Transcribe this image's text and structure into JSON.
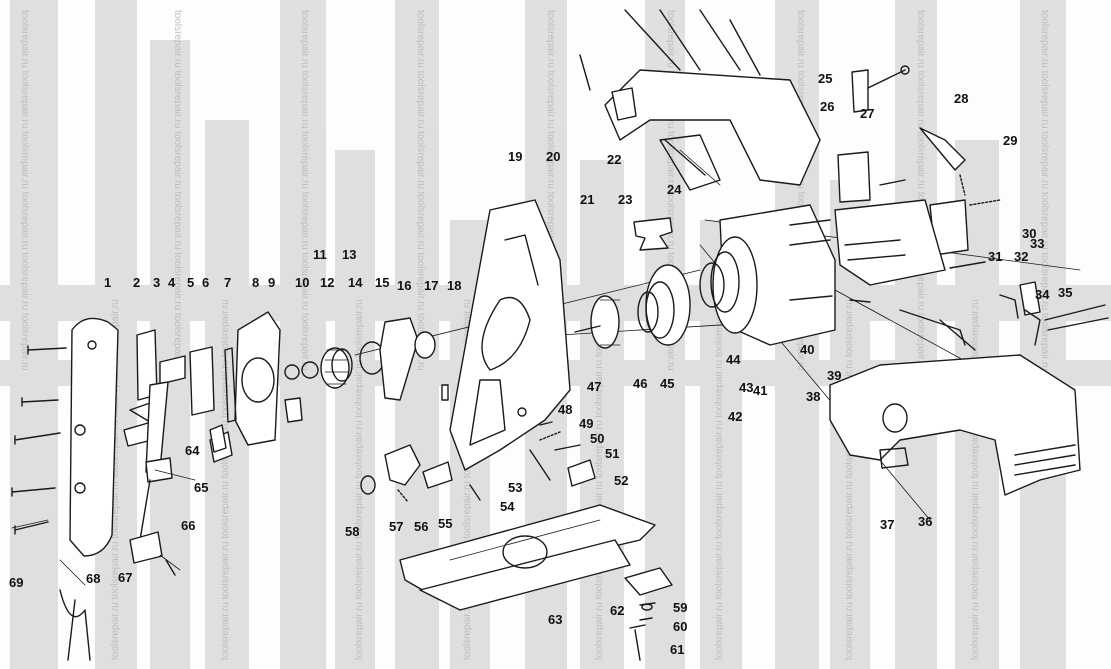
{
  "diagram": {
    "watermark_text": "toolsrepair.ru",
    "part_labels": [
      "1",
      "2",
      "3",
      "4",
      "5",
      "6",
      "7",
      "8",
      "9",
      "10",
      "11",
      "12",
      "13",
      "14",
      "15",
      "16",
      "17",
      "18",
      "19",
      "20",
      "21",
      "22",
      "23",
      "24",
      "25",
      "26",
      "27",
      "28",
      "29",
      "30",
      "31",
      "32",
      "33",
      "34",
      "35",
      "36",
      "37",
      "38",
      "39",
      "40",
      "41",
      "42",
      "43",
      "44",
      "45",
      "46",
      "47",
      "48",
      "49",
      "50",
      "51",
      "52",
      "53",
      "54",
      "55",
      "56",
      "57",
      "58",
      "59",
      "60",
      "61",
      "62",
      "63",
      "64",
      "65",
      "66",
      "67",
      "68",
      "69"
    ]
  },
  "colors": {
    "ink": "#111111",
    "watermark": "#cfcfcf",
    "background": "#fdfdfd"
  }
}
